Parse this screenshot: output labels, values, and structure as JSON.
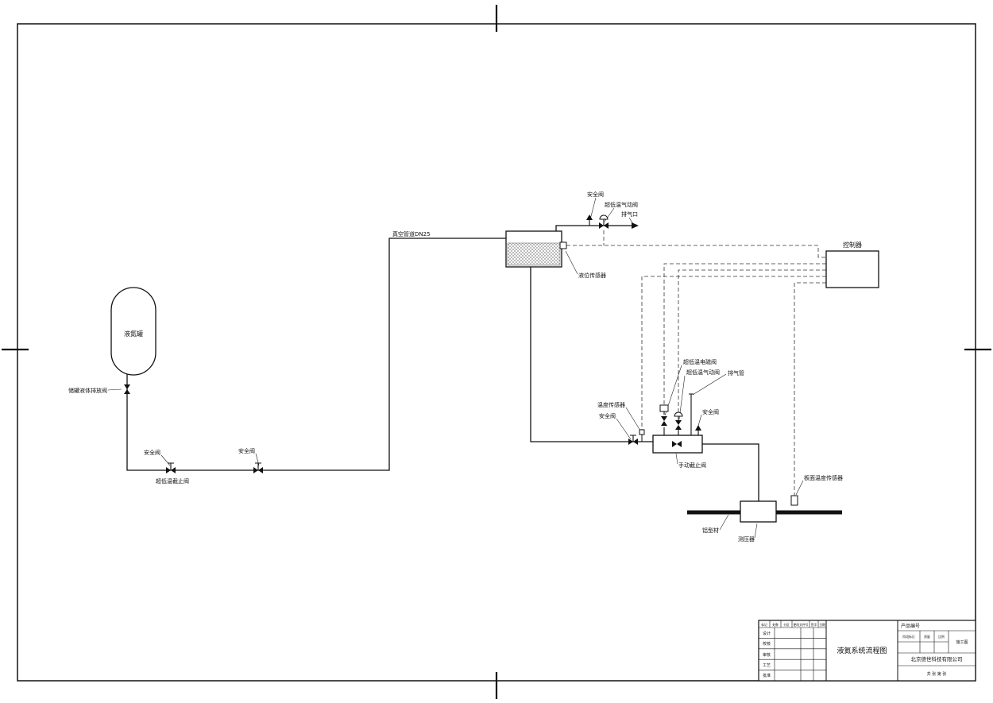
{
  "frame": {
    "sheet_bg": "#ffffff",
    "line_color": "#111111"
  },
  "diagram": {
    "tank_label": "液氮罐",
    "tank_drain_valve_label": "储罐液体排放阀",
    "safety_valve_label": "安全阀",
    "cryo_stop_valve_label": "超低温截止阀",
    "vacuum_pipe_label": "真空管道DN25",
    "level_sensor_label": "液位传感器",
    "pneumatic_valve_label": "超低温气动阀",
    "vent_port_label": "排气口",
    "controller_label": "控制器",
    "solenoid_valve_label": "超低温电磁阀",
    "vent_pipe_label": "排气管",
    "temp_sensor_label": "温度传感器",
    "manual_stop_valve_label": "手动截止阀",
    "plate_temp_sensor_label": "板面温度传感器",
    "aluminum_profile_label": "铝型材",
    "pressure_device_label": "测压器"
  },
  "title_block": {
    "product_no_label": "产品编号",
    "drawing_title": "液氮系统流程图",
    "company_name": "北京德世科技有限公司",
    "stage_label": "施工图",
    "stage_mark_label": "阶段标记",
    "mass_label": "质量",
    "scale_label": "比例",
    "sheet_info": "共 张 第 张",
    "rev_cols": [
      "标记",
      "处数",
      "分区",
      "更改文件号",
      "签字",
      "日期"
    ],
    "sign_rows": [
      "设计",
      "校核",
      "审核",
      "工艺",
      "批准"
    ]
  }
}
